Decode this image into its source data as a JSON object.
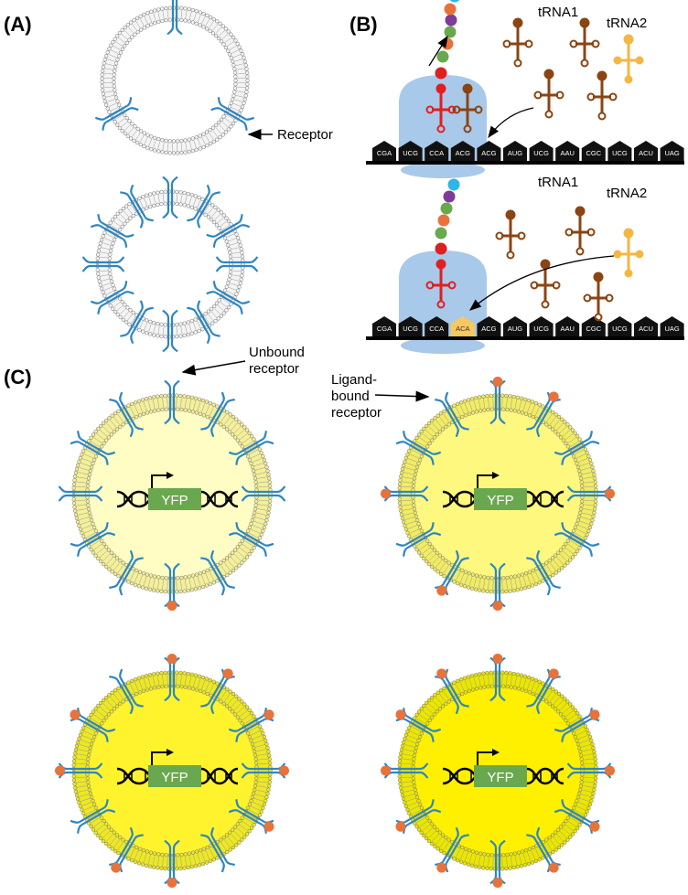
{
  "panels": {
    "a": "(A)",
    "b": "(B)",
    "c": "(C)"
  },
  "labels": {
    "receptor": "Receptor",
    "trna1": "tRNA1",
    "trna2": "tRNA2",
    "unbound_line1": "Unbound",
    "unbound_line2": "receptor",
    "bound_line1": "Ligand-",
    "bound_line2": "bound",
    "bound_line3": "receptor",
    "gene": "YFP"
  },
  "mrna": {
    "codons": [
      "CGA",
      "UCG",
      "CCA",
      "ACG",
      "ACG",
      "AUG",
      "UCG",
      "AAU",
      "CGC",
      "UCG",
      "ACU",
      "UAG"
    ],
    "codons_mutant": [
      "CGA",
      "UCG",
      "CCA",
      "ACA",
      "ACG",
      "AUG",
      "UCG",
      "AAU",
      "CGC",
      "UCG",
      "ACU",
      "UAG"
    ],
    "highlight_index": 3
  },
  "vesicles_c": [
    {
      "receptors": 12,
      "ligand_bound": 1,
      "yfp_level": 0.15
    },
    {
      "receptors": 12,
      "ligand_bound": 6,
      "yfp_level": 0.45
    },
    {
      "receptors": 12,
      "ligand_bound": 9,
      "yfp_level": 0.8
    },
    {
      "receptors": 12,
      "ligand_bound": 12,
      "yfp_level": 1.0
    }
  ],
  "vesicles_a": [
    {
      "receptors": 3
    },
    {
      "receptors": 12
    }
  ],
  "colors": {
    "receptor": "#2e86c1",
    "ligand": "#e8733a",
    "ribosome": "#a9c9ea",
    "trna_brown": "#8b4513",
    "trna_red": "#e02020",
    "trna_orange": "#f5b642",
    "yfp_box": "#6aa84f",
    "membrane_lipid": "#888888"
  }
}
